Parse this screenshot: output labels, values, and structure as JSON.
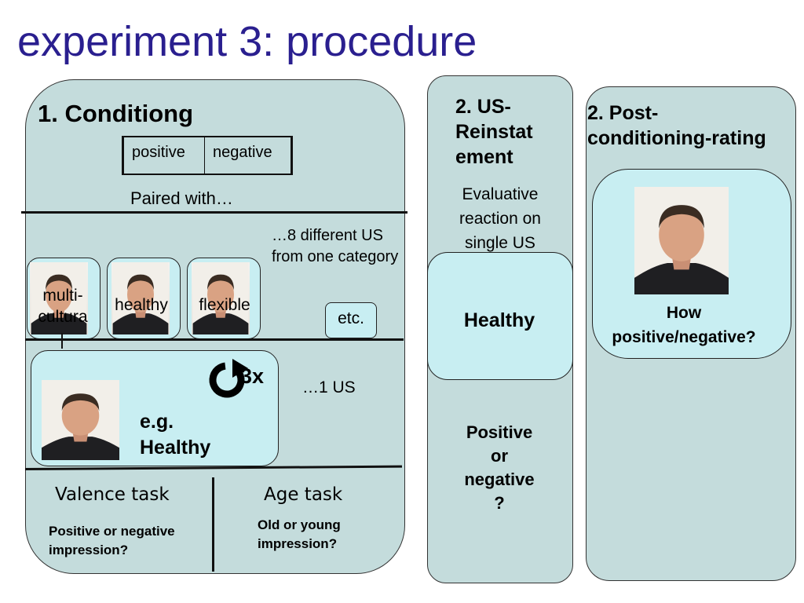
{
  "title": "experiment 3: procedure",
  "conditioning": {
    "heading": "1. Conditiong",
    "table": [
      "positive",
      "negative"
    ],
    "paired_with": "Paired with…",
    "us_note": "…8 different US from one category",
    "faces": [
      {
        "label": "multi-\ncultura"
      },
      {
        "label": "healthy"
      },
      {
        "label": "flexible"
      }
    ],
    "etc": "etc.",
    "repeat": "3x",
    "one_us": "…1 US",
    "example": "e.g.\nHealthy",
    "tasks": [
      {
        "name": "Valence task",
        "question": "Positive or negative impression?"
      },
      {
        "name": "Age task",
        "question": "Old or young impression?"
      }
    ]
  },
  "reinstatement": {
    "heading": "2. US-\nReinstat\nement",
    "desc": "Evaluative reaction on single US",
    "word": "Healthy",
    "question": "Positive\nor\nnegative\n?"
  },
  "post": {
    "heading": "2. Post-\nconditioning-rating",
    "question": "How\npositive/negative?"
  },
  "icons": {
    "repeat": "refresh-icon"
  }
}
